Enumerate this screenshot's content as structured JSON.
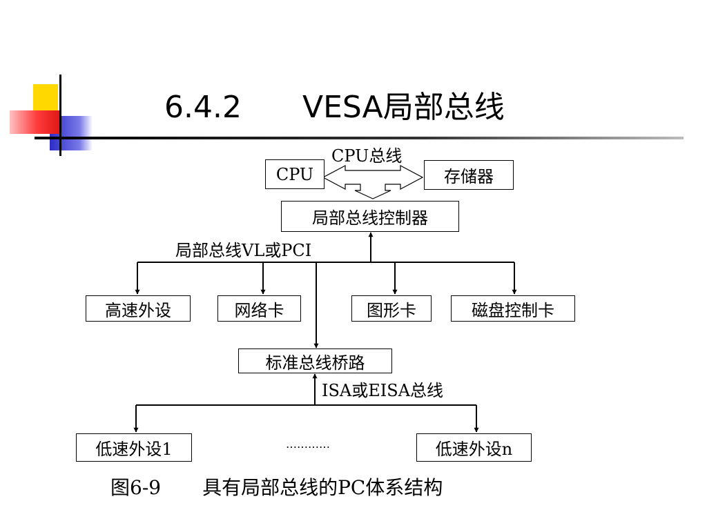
{
  "slide": {
    "title_number": "6.4.2",
    "title_text": "VESA局部总线"
  },
  "diagram": {
    "cpu_bus_label": "CPU总线",
    "cpu": "CPU",
    "memory": "存储器",
    "local_bus_controller": "局部总线控制器",
    "local_bus_label": "局部总线VL或PCI",
    "high_speed_peripheral": "高速外设",
    "network_card": "网络卡",
    "graphics_card": "图形卡",
    "disk_controller_card": "磁盘控制卡",
    "standard_bus_bridge": "标准总线桥路",
    "isa_bus_label": "ISA或EISA总线",
    "low_speed_peripheral_1": "低速外设1",
    "ellipsis": "…………",
    "low_speed_peripheral_n": "低速外设n"
  },
  "caption": {
    "figure_number": "图6-9",
    "figure_text": "具有局部总线的PC体系结构"
  },
  "colors": {
    "deco_yellow": "#ffd800",
    "deco_red": "#ff3b3b",
    "deco_blue": "#3a3ad8",
    "line": "#000000"
  }
}
